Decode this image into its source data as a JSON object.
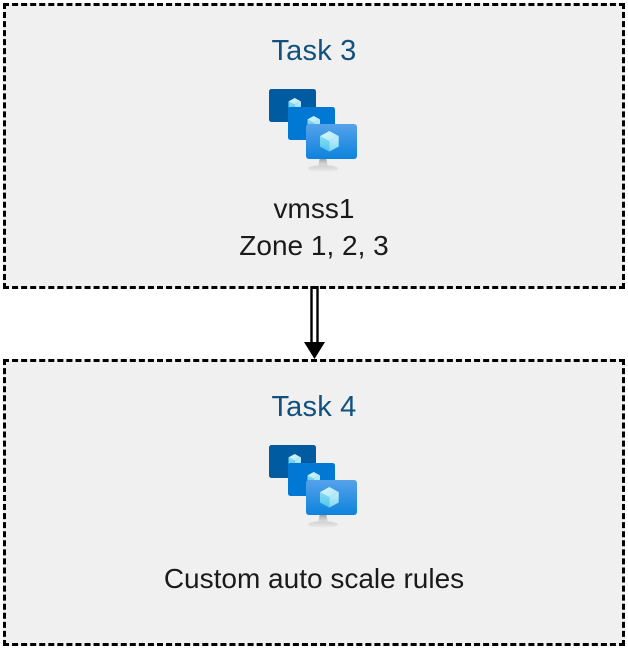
{
  "diagram": {
    "background_color": "#ffffff",
    "box_fill_color": "#f0f0f0",
    "box_border_color": "#000000",
    "heading_color": "#12517e",
    "caption_color": "#1a1a1a",
    "connector_color": "#000000"
  },
  "boxes": [
    {
      "id": "task3",
      "heading": "Task 3",
      "icon": "vm-scale-set-icon",
      "caption_lines": [
        "vmss1",
        "Zone 1, 2, 3"
      ]
    },
    {
      "id": "task4",
      "heading": "Task 4",
      "icon": "vm-scale-set-icon",
      "caption_lines": [
        "Custom auto scale rules"
      ]
    }
  ],
  "connector": {
    "name": "flow-arrow-down",
    "direction": "down",
    "style": "double-line",
    "from": "task3",
    "to": "task4"
  },
  "icon_colors": {
    "monitor_back": "#005ba1",
    "monitor_mid": "#0078d4",
    "monitor_front_top": "#55a2ea",
    "monitor_front_bottom": "#0d83dd",
    "cube_light": "#c3f1fb",
    "cube_mid": "#7fdbf5",
    "cube_dark": "#35bdec",
    "stand_light": "#e8e8e8",
    "stand_dark": "#9a9a9a"
  }
}
